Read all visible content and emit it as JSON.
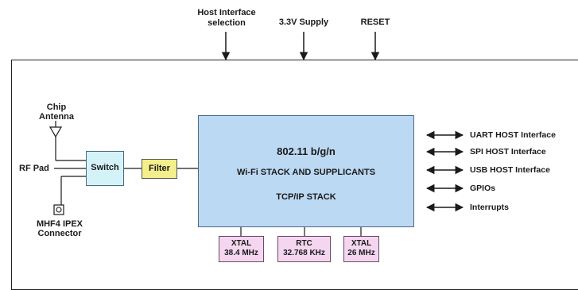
{
  "top_inputs": {
    "host_interface_line1": "Host Interface",
    "host_interface_line2": "selection",
    "supply": "3.3V Supply",
    "reset": "RESET"
  },
  "core": {
    "line1": "802.11 b/g/n",
    "line2": "Wi-Fi STACK AND SUPPLICANTS",
    "line3": "TCP/IP STACK"
  },
  "rf": {
    "chip_antenna_line1": "Chip",
    "chip_antenna_line2": "Antenna",
    "rf_pad": "RF Pad",
    "switch": "Switch",
    "filter": "Filter",
    "connector_line1": "MHF4 IPEX",
    "connector_line2": "Connector"
  },
  "clocks": [
    {
      "name": "XTAL",
      "freq": "38.4 MHz"
    },
    {
      "name": "RTC",
      "freq": "32.768 KHz"
    },
    {
      "name": "XTAL",
      "freq": "26 MHz"
    }
  ],
  "interfaces": [
    "UART HOST Interface",
    "SPI HOST Interface",
    "USB HOST Interface",
    "GPIOs",
    "Interrupts"
  ],
  "colors": {
    "core_fill": "#bcd9f3",
    "switch_fill": "#d4f3f8",
    "filter_fill": "#f4ee8c",
    "clock_fill": "#f4d6f0"
  }
}
